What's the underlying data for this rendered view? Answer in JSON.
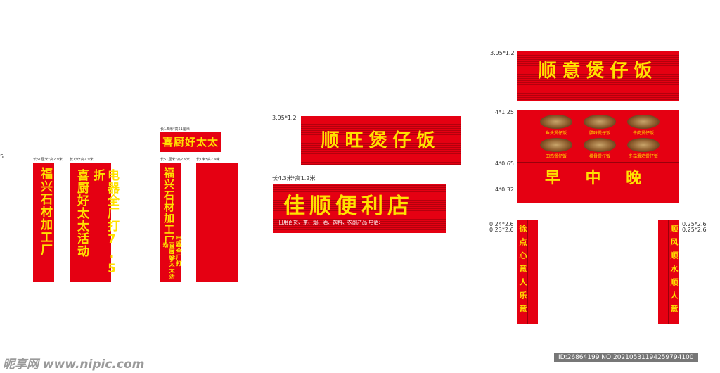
{
  "signs": {
    "fuxing_tall": {
      "size_label": "长51厘米*高2.9米",
      "text": "福兴石材加工厂"
    },
    "appliance": {
      "size_label": "长1米*高2.9米",
      "text_col1": "喜厨好太太活动",
      "text_col2": "电器全厂打7.5折"
    },
    "xichu_small": {
      "size_label": "长1.5米*高51厘米",
      "text": "喜厨好太太"
    },
    "fuxing_combo": {
      "size_label": "长51厘米*高2.9米",
      "text_main": "福兴石材加工厂",
      "text_sub1": "电器全厂打7.5折",
      "text_sub2": "喜厨好太太活动"
    },
    "blank_tall": {
      "size_label": "长1米*高2.9米"
    },
    "shunwang": {
      "size_label": "3.95*1.2",
      "text": "顺旺煲仔饭"
    },
    "jiashun": {
      "size_label": "长4.3米*高1.2米",
      "text": "佳顺便利店",
      "subline": "日用百货、茶、烟、酒、饮料、农副产品    电话:"
    },
    "shunyi": {
      "size_label": "3.95*1.2",
      "text": "顺意煲仔饭"
    },
    "menu_board": {
      "label_top": "4*1.25",
      "label_mid": "4*0.65",
      "label_bot": "4*0.32",
      "foods": [
        "鱼头煲仔饭",
        "腊味煲仔饭",
        "牛肉煲仔饭",
        "田鸡煲仔饭",
        "排骨煲仔饭",
        "冬菇滑鸡煲仔饭"
      ],
      "meal_text": "早 中 晚"
    },
    "couplet_left": {
      "label1": "0.24*2.6",
      "label2": "0.23*2.6",
      "text": "徐点心意人乐意"
    },
    "couplet_right": {
      "label1": "0.25*2.6",
      "label2": "0.25*2.6",
      "text": "顺风顺水顺人意"
    }
  },
  "watermark": {
    "brand": "昵享网 www.nipic.com",
    "id_text": "ID:26864199 NO:20210531194259794100"
  },
  "edge_mark": "5",
  "colors": {
    "sign_red": "#e50012",
    "sign_text": "#ffe100"
  }
}
